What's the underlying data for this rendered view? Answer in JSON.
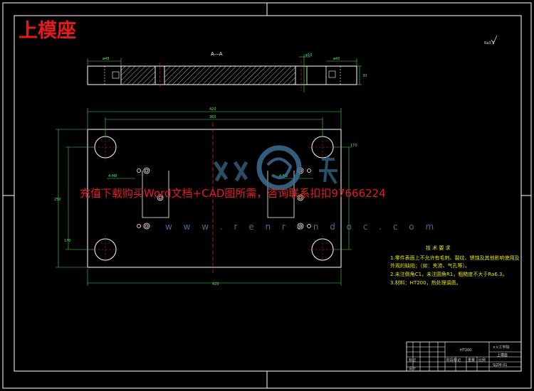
{
  "drawing": {
    "title": "上模座",
    "section_label": "A—A",
    "overlay_text": "充值下载购买Word文档+CAD图所需，咨询联系扣扣97666224",
    "watermark_url": "w w w . r e n r e n d o c . c o m"
  },
  "colors": {
    "frame": "#ffffff",
    "outline": "#ffffff",
    "dimension": "#4dd64d",
    "centerline": "#e51a1a",
    "hatch": "#ffffff",
    "note": "#e6e600",
    "title_red": "#e51a1a",
    "watermark": "#3b6f93"
  }
}
